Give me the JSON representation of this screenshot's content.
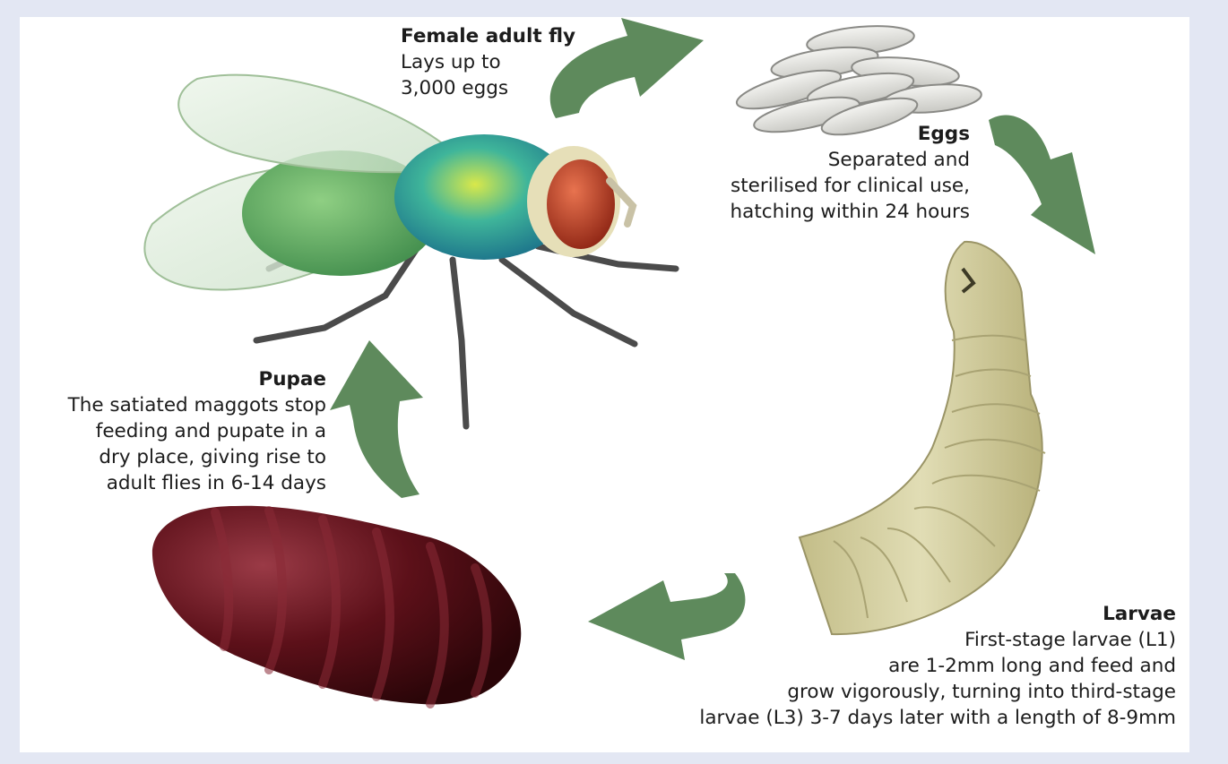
{
  "palette": {
    "arrow": "#5e8a5c",
    "background": "#e3e7f3",
    "panel": "#ffffff",
    "pupa": "#5a0f18",
    "larva": "#d6d1a4",
    "egg": "#e4e4e0",
    "fly_body": "#2fae9a",
    "fly_eye": "#c0422a"
  },
  "stages": {
    "fly": {
      "title": "Female adult fly",
      "description": "Lays up to\n3,000 eggs"
    },
    "eggs": {
      "title": "Eggs",
      "description": "Separated and\nsterilised for clinical use,\nhatching within 24 hours"
    },
    "larvae": {
      "title": "Larvae",
      "description": "First-stage larvae (L1)\nare 1-2mm long and feed and\ngrow vigorously, turning into third-stage\nlarvae (L3) 3-7 days later with a length of 8-9mm"
    },
    "pupae": {
      "title": "Pupae",
      "description": "The satiated maggots stop\nfeeding and pupate in a\ndry place, giving rise to\nadult flies in 6-14 days"
    }
  }
}
